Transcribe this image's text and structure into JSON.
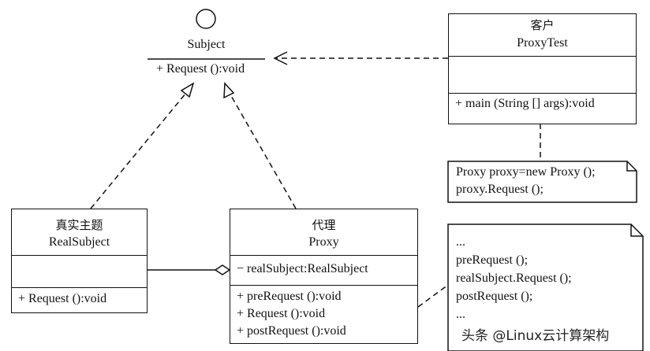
{
  "subject": {
    "name": "Subject",
    "operation": "+ Request ():void"
  },
  "client": {
    "title_cn": "客户",
    "name": "ProxyTest",
    "operation": "+ main (String [] args):void"
  },
  "client_note": {
    "lines": [
      "Proxy proxy=new Proxy ();",
      "proxy.Request ();"
    ]
  },
  "real_subject": {
    "title_cn": "真实主题",
    "name": "RealSubject",
    "operation": "+ Request ():void"
  },
  "proxy": {
    "title_cn": "代理",
    "name": "Proxy",
    "attribute": "− realSubject:RealSubject",
    "operations": [
      "+ preRequest ():void",
      "+ Request ():void",
      "+ postRequest ():void"
    ]
  },
  "proxy_note": {
    "lines": [
      "...",
      "preRequest ();",
      "realSubject.Request ();",
      "postRequest ();",
      "..."
    ]
  },
  "watermark": "头条 @Linux云计算架构"
}
